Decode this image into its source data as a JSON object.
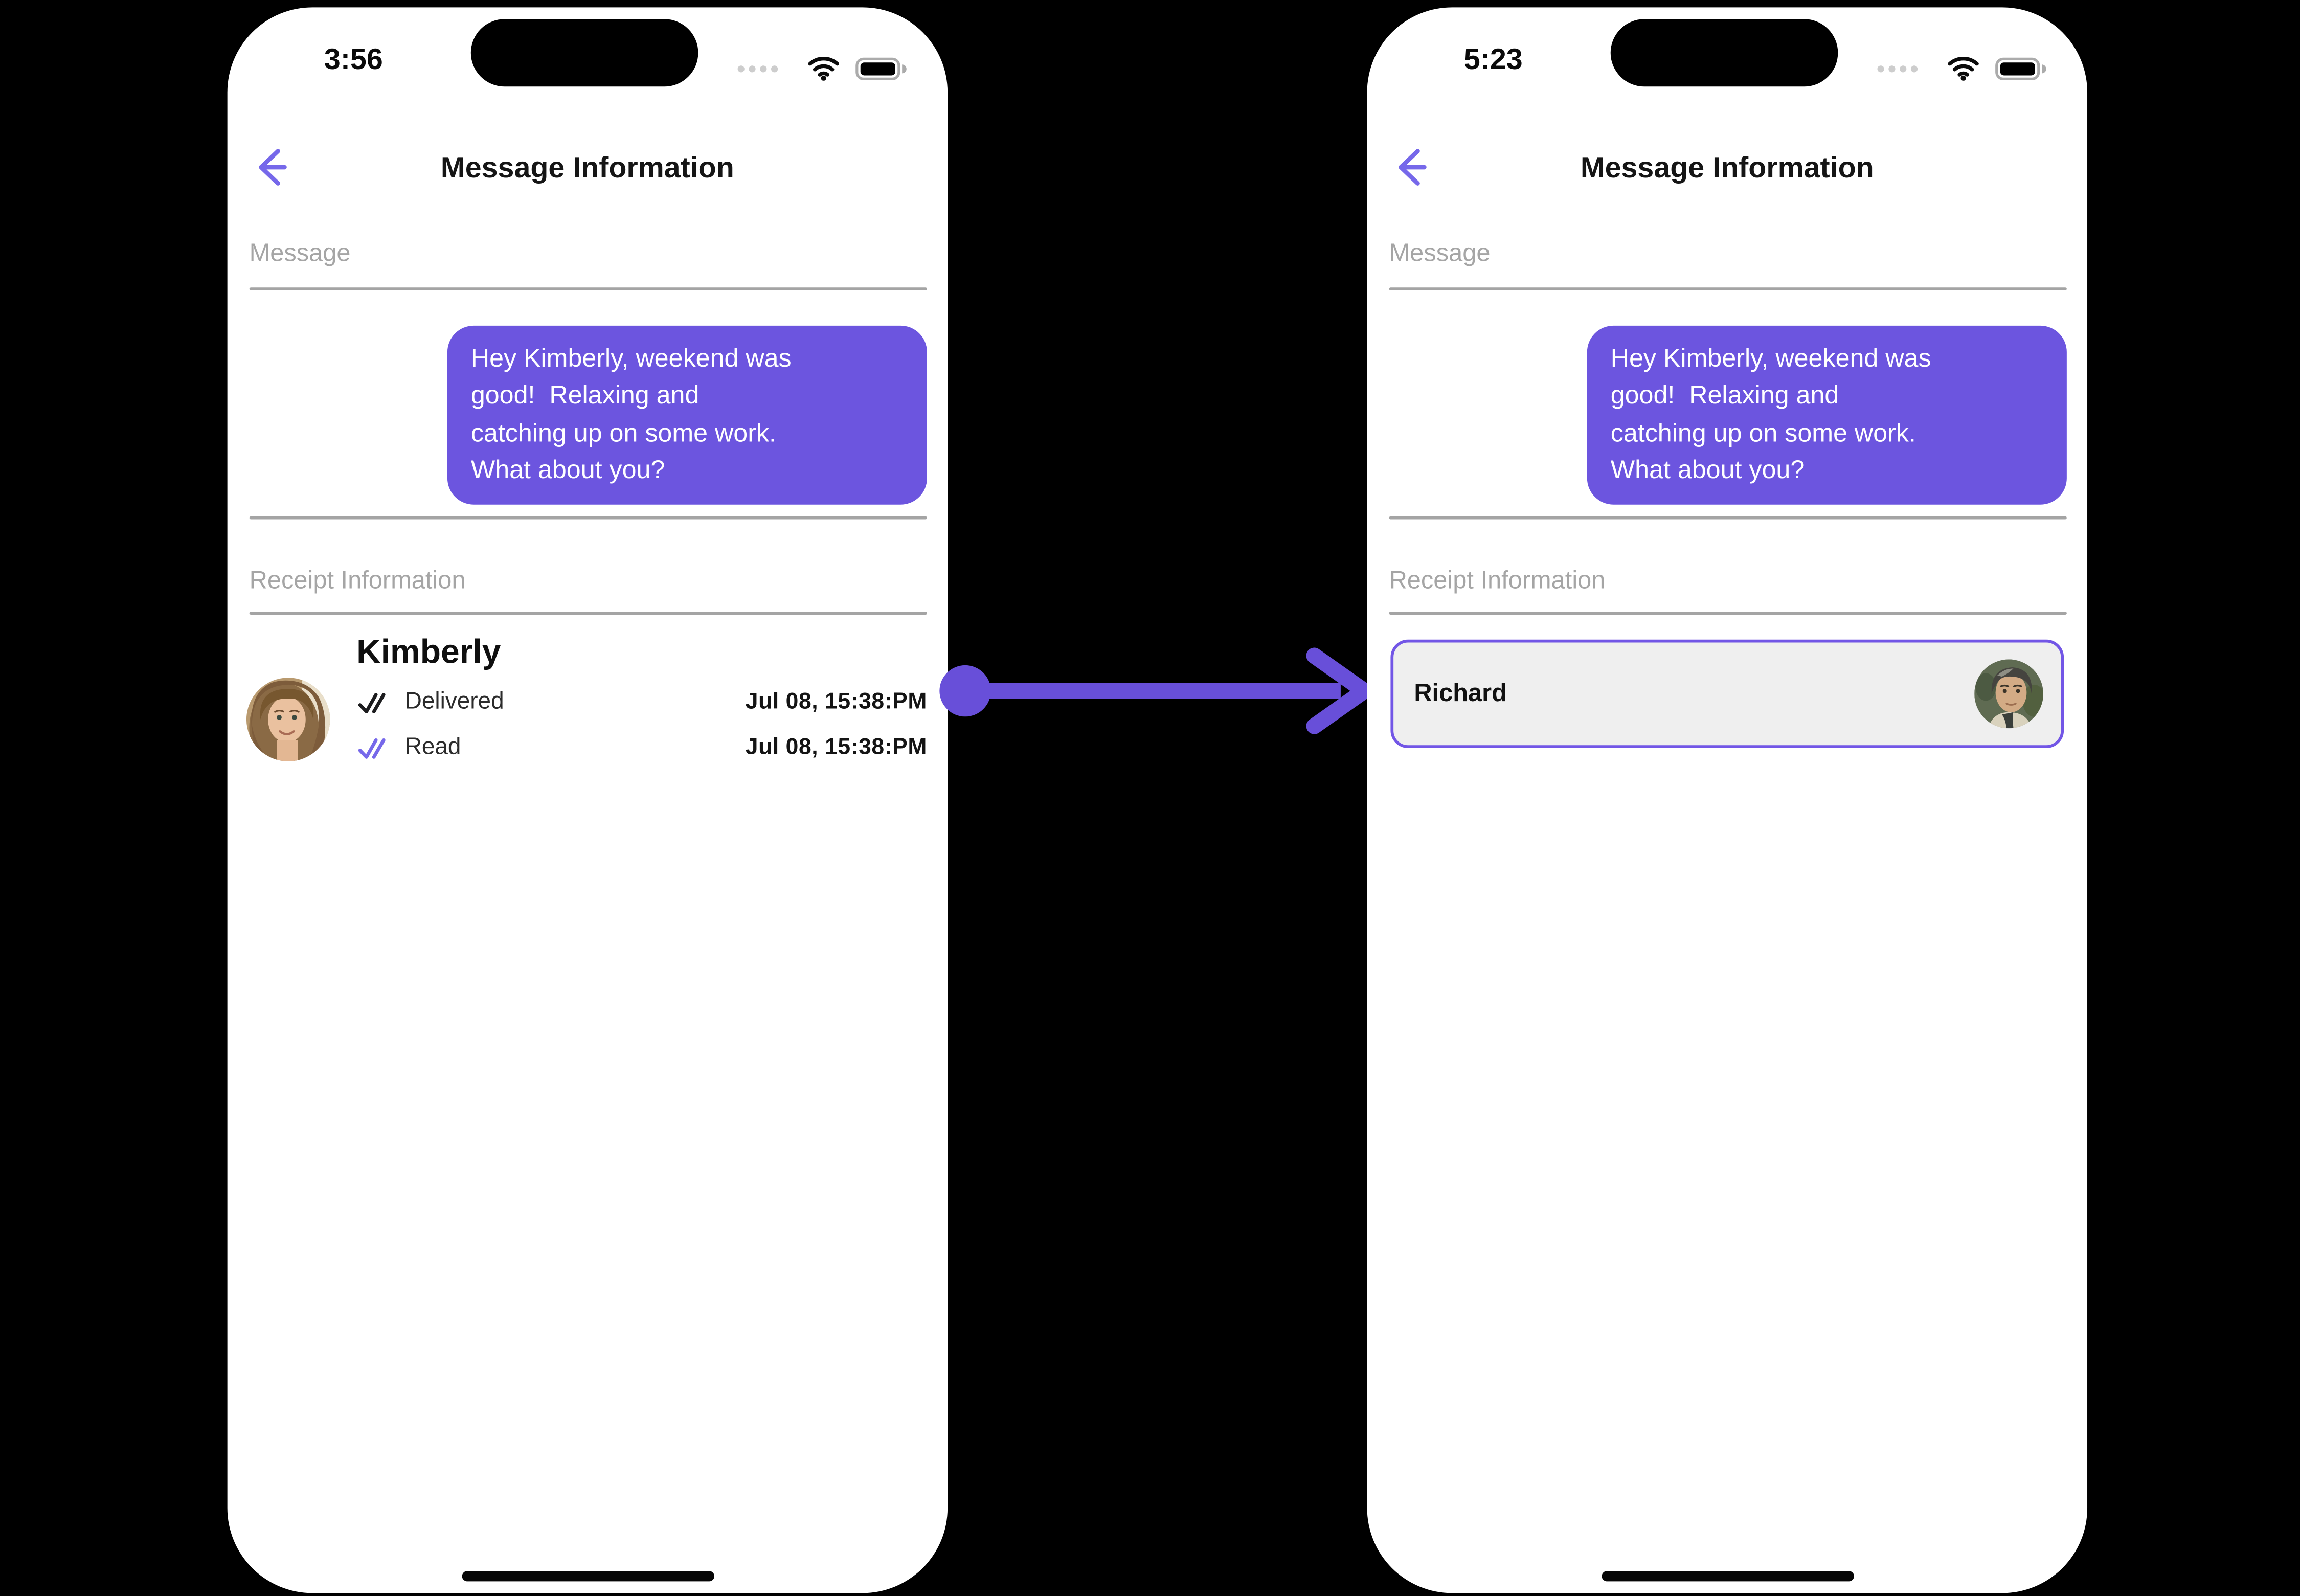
{
  "colors": {
    "background": "#000000",
    "phone_body": "#FFFFFF",
    "bubble_purple": "#6C55DF",
    "arrow_purple": "#684FD9",
    "back_arrow_purple": "#7668EA",
    "read_check_purple": "#7668EA",
    "delivered_check_dark": "#1C1C1E",
    "card_border_purple": "#7256E6",
    "card_background": "#EFEFEF",
    "section_label_gray": "#A5A5A5",
    "divider_gray": "#A4A4A4"
  },
  "left_phone": {
    "status_bar": {
      "time": "3:56"
    },
    "header": {
      "title": "Message Information"
    },
    "message_section": {
      "label": "Message"
    },
    "bubble": {
      "lines": [
        "Hey Kimberly, weekend was",
        "good!  Relaxing and",
        "catching up on some work.",
        "What about you?"
      ]
    },
    "receipt_section": {
      "label": "Receipt Information",
      "recipient_name": "Kimberly",
      "rows": [
        {
          "status": "Delivered",
          "timestamp": "Jul 08, 15:38:PM"
        },
        {
          "status": "Read",
          "timestamp": "Jul 08, 15:38:PM"
        }
      ]
    }
  },
  "right_phone": {
    "status_bar": {
      "time": "5:23"
    },
    "header": {
      "title": "Message Information"
    },
    "message_section": {
      "label": "Message"
    },
    "bubble": {
      "lines": [
        "Hey Kimberly, weekend was",
        "good!  Relaxing and",
        "catching up on some work.",
        "What about you?"
      ]
    },
    "receipt_section": {
      "label": "Receipt Information",
      "card": {
        "name": "Richard"
      }
    }
  }
}
